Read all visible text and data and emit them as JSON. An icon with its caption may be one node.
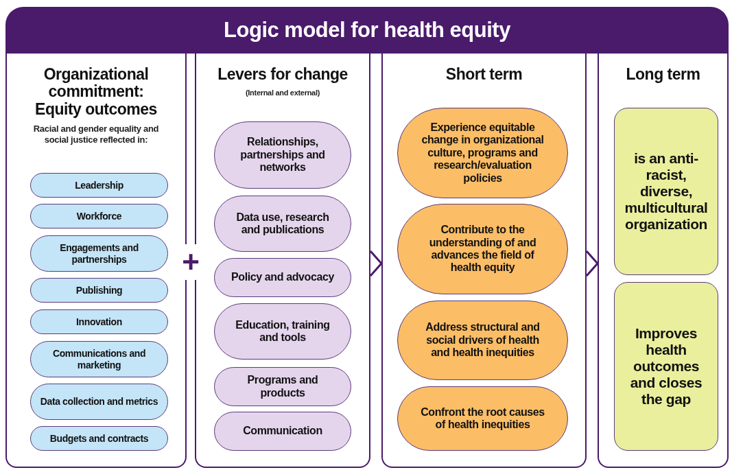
{
  "diagram": {
    "title": "Logic model for health equity",
    "nodes": [
      {
        "text": [
          "Organizational commitment: Equity outcomes",
          "Racial and gender equality and social justice reflected in:"
        ]
      },
      {
        "text": [
          "Leadership"
        ],
        "in": 0
      },
      {
        "text": [
          "Workforce"
        ],
        "in": 0
      },
      {
        "text": [
          "Engagements and partnerships"
        ],
        "in": 0
      },
      {
        "text": [
          "Publishing"
        ],
        "in": 0
      },
      {
        "text": [
          "Innovation"
        ],
        "in": 0
      },
      {
        "text": [
          "Communications and marketing"
        ],
        "in": 0
      },
      {
        "text": [
          "Data collection and metrics"
        ],
        "in": 0
      },
      {
        "text": [
          "Budgets and contracts"
        ],
        "in": 0
      },
      {
        "text": [
          "Levers for change",
          "(Internal and external)"
        ]
      },
      {
        "text": [
          "Relationships, partnerships and networks"
        ],
        "in": 9
      },
      {
        "text": [
          "Data use, research and publications"
        ],
        "in": 9
      },
      {
        "text": [
          "Policy and advocacy"
        ],
        "in": 9
      },
      {
        "text": [
          "Education, training and tools"
        ],
        "in": 9
      },
      {
        "text": [
          "Programs and products"
        ],
        "in": 9
      },
      {
        "text": [
          "Communication"
        ],
        "in": 9
      },
      {
        "text": [
          "Short term"
        ]
      },
      {
        "text": [
          "Experience equitable change in organizational culture, programs and research/evaluation policies"
        ],
        "in": 16
      },
      {
        "text": [
          "Contribute to the understanding of and advances the field of health equity"
        ],
        "in": 16
      },
      {
        "text": [
          "Address structural and social drivers of health and health inequities"
        ],
        "in": 16
      },
      {
        "text": [
          "Confront the root causes of health inequities"
        ],
        "in": 16
      },
      {
        "text": [
          "Long term"
        ]
      },
      {
        "text": [
          "is an anti-racist, diverse, multicultural organization"
        ],
        "in": 21
      },
      {
        "text": [
          "Improves health outcomes and closes the gap"
        ],
        "in": 21
      }
    ],
    "edges": [
      {
        "from": 9,
        "to": 16,
        "arrow": "to"
      },
      {
        "from": 16,
        "to": 21,
        "arrow": "to"
      }
    ],
    "labels": [
      "+"
    ]
  }
}
